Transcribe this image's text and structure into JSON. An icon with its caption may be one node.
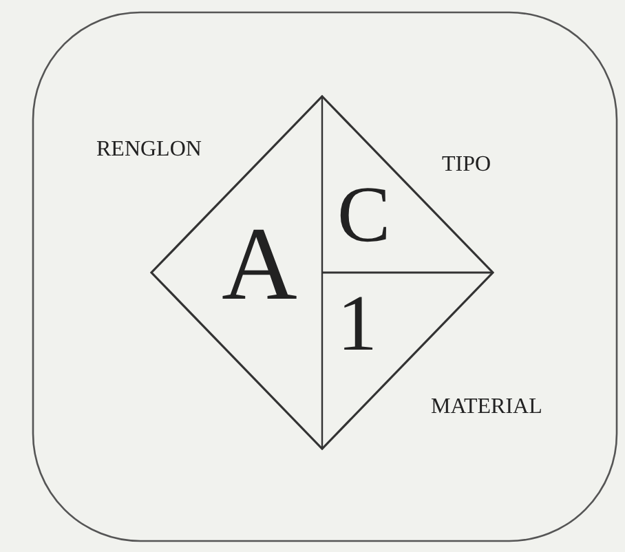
{
  "diagram": {
    "nodes": [
      {
        "text": [
          "A",
          "C",
          "1"
        ]
      }
    ],
    "labels": [
      "RENGLON",
      "TIPO",
      "MATERIAL"
    ]
  }
}
